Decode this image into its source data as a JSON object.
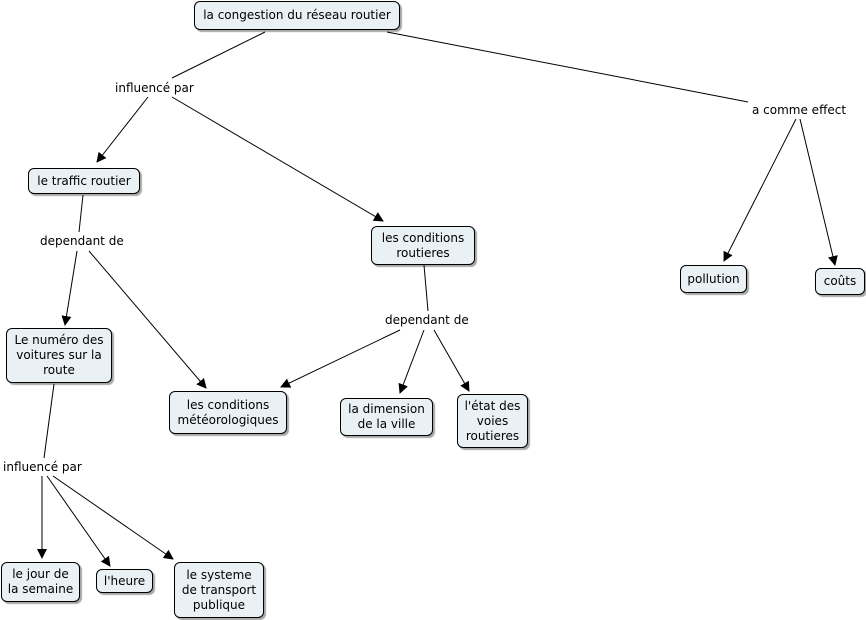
{
  "concepts": {
    "congestion": "la congestion du réseau routier",
    "traffic": "le traffic routier",
    "conditions_routieres": "les conditions\nroutieres",
    "pollution": "pollution",
    "couts": "coûts",
    "numero_voitures": "Le numéro des\nvoitures sur la\nroute",
    "meteo": "les conditions\nmétéorologiques",
    "dimension_ville": "la dimension\nde la ville",
    "etat_voies": "l'état des\nvoies\nroutieres",
    "jour_semaine": "le jour de\nla semaine",
    "heure": "l'heure",
    "transport_public": "le systeme\nde transport\npublique"
  },
  "links": {
    "influence_1": "influencé par",
    "comme_effect": "a comme effect",
    "dependant_1": "dependant de",
    "dependant_2": "dependant de",
    "influence_2": "influencé par"
  }
}
